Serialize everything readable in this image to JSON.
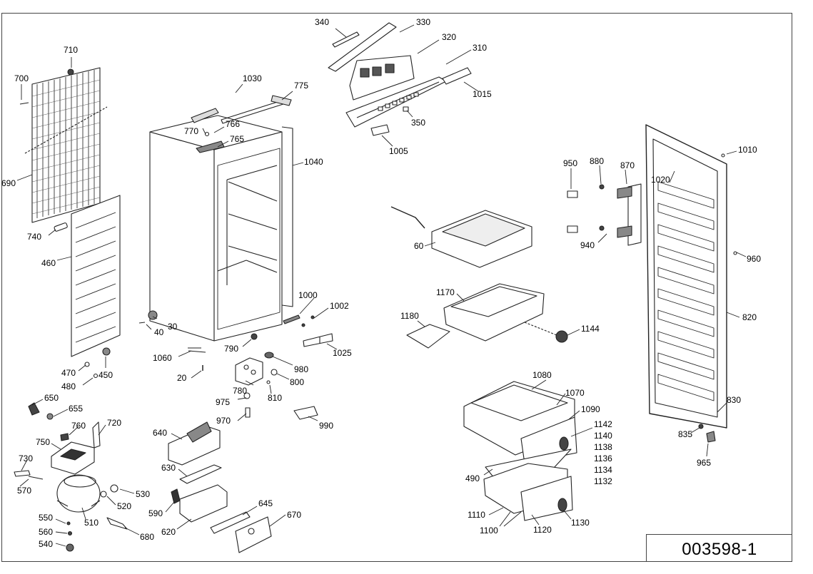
{
  "doc_number": "003598-1",
  "labels": {
    "l340": "340",
    "l330": "330",
    "l320": "320",
    "l310": "310",
    "l1015": "1015",
    "l350": "350",
    "l1005": "1005",
    "l1030": "1030",
    "l775": "775",
    "l770": "770",
    "l766": "766",
    "l765": "765",
    "l1040": "1040",
    "l710": "710",
    "l700": "700",
    "l690": "690",
    "l740": "740",
    "l460": "460",
    "l470": "470",
    "l450": "450",
    "l480": "480",
    "l40": "40",
    "l30": "30",
    "l1000": "1000",
    "l1002": "1002",
    "l1025": "1025",
    "l1060": "1060",
    "l790": "790",
    "l20": "20",
    "l980": "980",
    "l780": "780",
    "l800": "800",
    "l810": "810",
    "l975": "975",
    "l970": "970",
    "l990": "990",
    "l650": "650",
    "l655": "655",
    "l760": "760",
    "l720": "720",
    "l640": "640",
    "l750": "750",
    "l730": "730",
    "l570": "570",
    "l630": "630",
    "l530": "530",
    "l520": "520",
    "l510": "510",
    "l590": "590",
    "l645": "645",
    "l550": "550",
    "l620": "620",
    "l670": "670",
    "l560": "560",
    "l680": "680",
    "l540": "540",
    "l950": "950",
    "l880": "880",
    "l870": "870",
    "l1010": "1010",
    "l1020": "1020",
    "l60": "60",
    "l940": "940",
    "l960": "960",
    "l1170": "1170",
    "l1180": "1180",
    "l1144": "1144",
    "l820": "820",
    "l1080": "1080",
    "l1070": "1070",
    "l1090": "1090",
    "l1142": "1142",
    "l1140": "1140",
    "l1138": "1138",
    "l1136": "1136",
    "l1134": "1134",
    "l1132": "1132",
    "l830": "830",
    "l835": "835",
    "l965": "965",
    "l490": "490",
    "l1110": "1110",
    "l1100": "1100",
    "l1120": "1120",
    "l1130": "1130"
  }
}
